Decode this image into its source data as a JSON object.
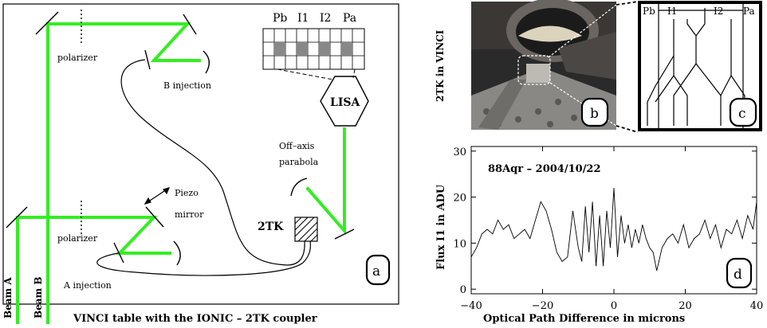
{
  "panel_a": {
    "labels": {
      "polarizer_top": "polarizer",
      "polarizer_bottom": "polarizer",
      "b_injection": "B injection",
      "a_injection": "A injection",
      "piezo_line1": "Piezo",
      "piezo_line2": "mirror",
      "offaxis_line1": "Off–axis",
      "offaxis_line2": "parabola",
      "twotk": "2TK",
      "lisa": "LISA",
      "beam_a": "Beam A",
      "beam_b": "Beam B",
      "caption": "VINCI table with the IONIC – 2TK coupler",
      "panel_letter": "a"
    },
    "pixel_headers": [
      "Pb",
      "I1",
      "I2",
      "Pa"
    ],
    "beam_color": "#33ee22"
  },
  "panel_b": {
    "vertical_label": "2TK in VINCI",
    "panel_letter": "b"
  },
  "panel_c": {
    "headers": [
      "Pb",
      "I1",
      "I2",
      "Pa"
    ],
    "panel_letter": "c"
  },
  "panel_d": {
    "panel_letter": "d",
    "chart_data": {
      "type": "line",
      "annotation": "88Aqr – 2004/10/22",
      "xlabel": "Optical Path Difference in microns",
      "ylabel": "Flux I1 in ADU",
      "xlim": [
        -40,
        40
      ],
      "ylim": [
        -1,
        31
      ],
      "x_ticks": [
        "−40",
        "−20",
        "0",
        "20",
        "40"
      ],
      "y_ticks": [
        "0",
        "10",
        "20",
        "30"
      ],
      "series": [
        {
          "x": [
            -40,
            -38.5,
            -37,
            -35.5,
            -34,
            -32.5,
            -31,
            -29.5,
            -28,
            -26.5,
            -25,
            -23.5,
            -22,
            -20.5,
            -19,
            -17.5,
            -16,
            -14.5,
            -13,
            -11.5,
            -10,
            -9,
            -8,
            -7,
            -6,
            -5,
            -4,
            -3,
            -2,
            -1,
            0,
            1,
            2,
            3,
            4,
            5,
            6,
            7,
            8,
            9,
            10,
            11,
            12,
            13.5,
            15,
            16.5,
            18,
            19.5,
            21,
            22.5,
            24,
            25.5,
            27,
            28.5,
            30,
            31.5,
            33,
            34.5,
            36,
            37.5,
            39,
            40
          ],
          "values": [
            7,
            9,
            12,
            13,
            12,
            15,
            13,
            14,
            11,
            12,
            13,
            11,
            15,
            19,
            17,
            13,
            8,
            6,
            7,
            17,
            9,
            6,
            18,
            8,
            19,
            5,
            16,
            5,
            17,
            9,
            22,
            7,
            16,
            10,
            14,
            9,
            13,
            10,
            14,
            11,
            9,
            8,
            4,
            9,
            11,
            12,
            10,
            14,
            9,
            11,
            12,
            15,
            11,
            14,
            9,
            13,
            12,
            15,
            11,
            16,
            13,
            19
          ]
        }
      ]
    }
  }
}
